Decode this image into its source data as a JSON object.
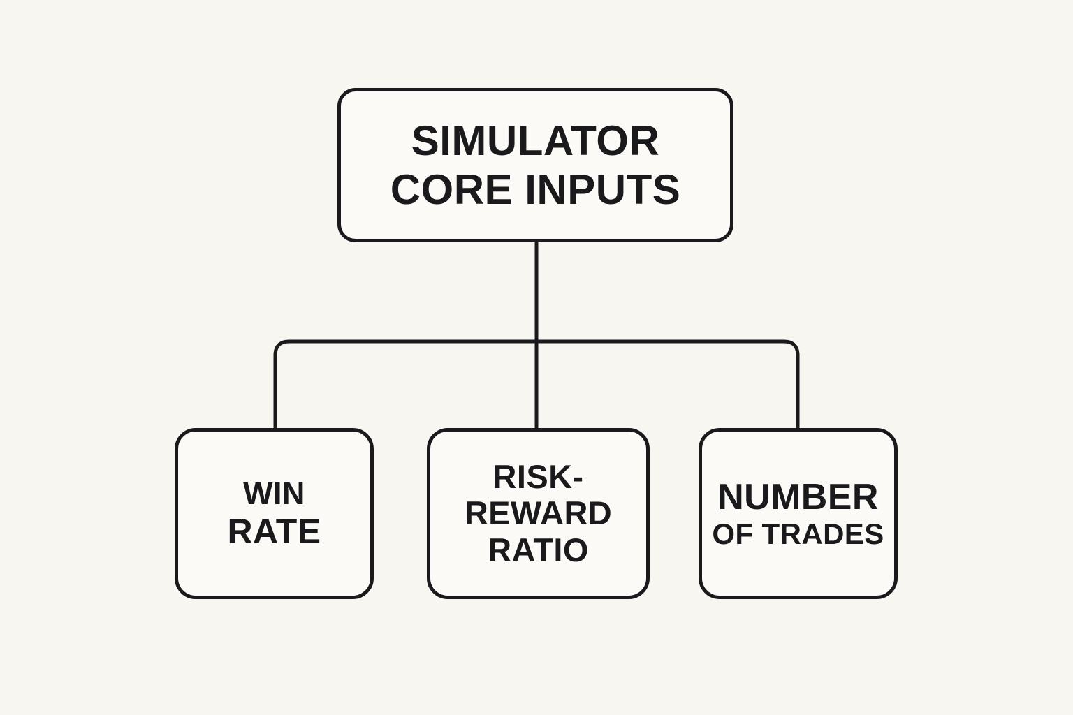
{
  "diagram": {
    "type": "tree",
    "orientation": "top-down",
    "background_color": "#F7F6F1",
    "node_fill_color": "#FBFAF7",
    "stroke_color": "#1A1A1D",
    "root": {
      "id": "simulator-core-inputs",
      "lines": [
        "SIMULATOR",
        "CORE INPUTS"
      ]
    },
    "children": [
      {
        "id": "win-rate",
        "lines": [
          "WIN",
          "RATE"
        ]
      },
      {
        "id": "risk-reward-ratio",
        "lines": [
          "RISK-",
          "REWARD",
          "RATIO"
        ]
      },
      {
        "id": "number-of-trades",
        "lines": [
          "NUMBER",
          "OF TRADES"
        ]
      }
    ],
    "connectors": [
      {
        "id": "root-to-bus",
        "from": "simulator-core-inputs",
        "to": "bus"
      },
      {
        "id": "bus-to-win-rate",
        "from": "bus",
        "to": "win-rate"
      },
      {
        "id": "bus-to-risk-reward-ratio",
        "from": "bus",
        "to": "risk-reward-ratio"
      },
      {
        "id": "bus-to-number-of-trades",
        "from": "bus",
        "to": "number-of-trades"
      }
    ]
  }
}
